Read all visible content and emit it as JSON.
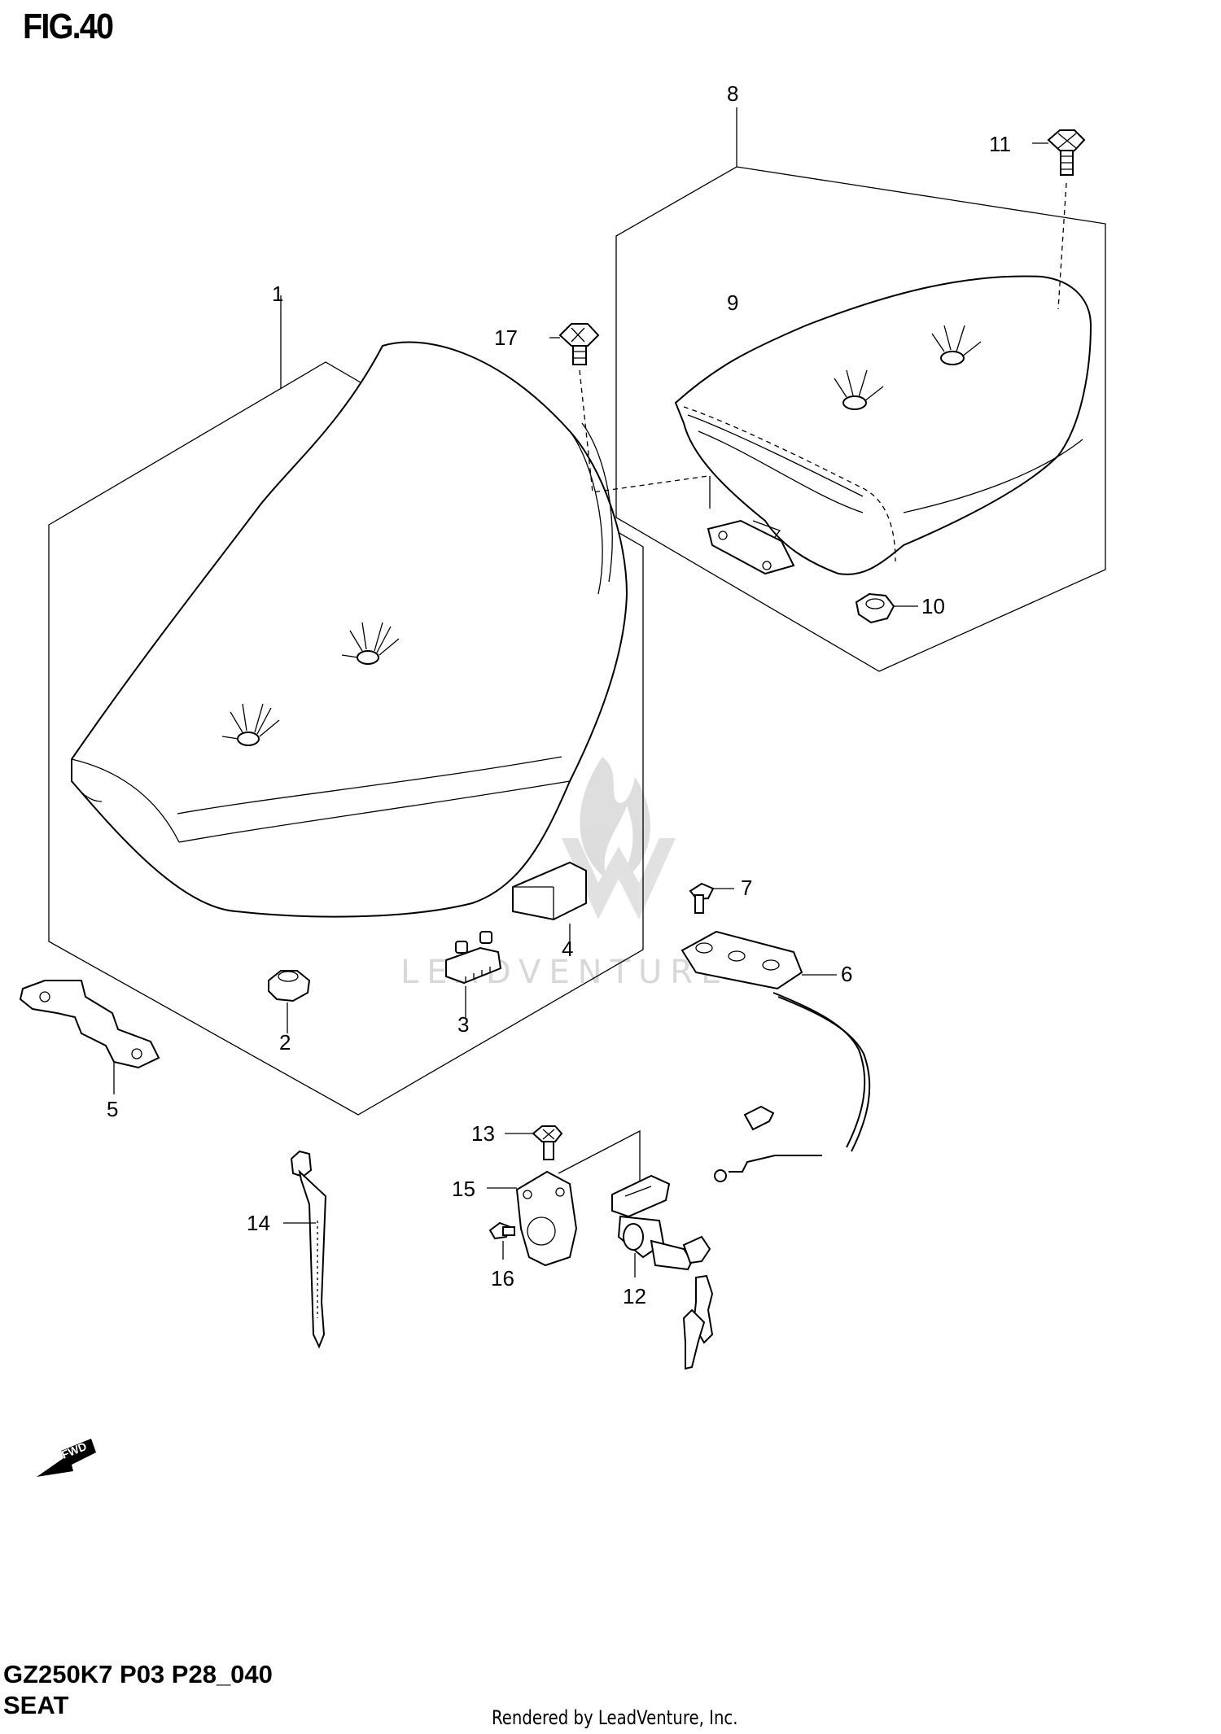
{
  "figure_label": "FIG.40",
  "model_code": "GZ250K7 P03 P28_040",
  "section_name": "SEAT",
  "credit": "Rendered by LeadVenture, Inc.",
  "watermark_text": "LEADVENTURE",
  "fwd_label": "FWD",
  "callouts": {
    "c1": "1",
    "c2": "2",
    "c3": "3",
    "c4": "4",
    "c5": "5",
    "c6": "6",
    "c7": "7",
    "c8": "8",
    "c9": "9",
    "c10": "10",
    "c11": "11",
    "c12": "12",
    "c13": "13",
    "c14": "14",
    "c15": "15",
    "c16": "16",
    "c17": "17"
  },
  "colors": {
    "line": "#000000",
    "background": "#ffffff",
    "watermark": "#d4d4d4"
  }
}
